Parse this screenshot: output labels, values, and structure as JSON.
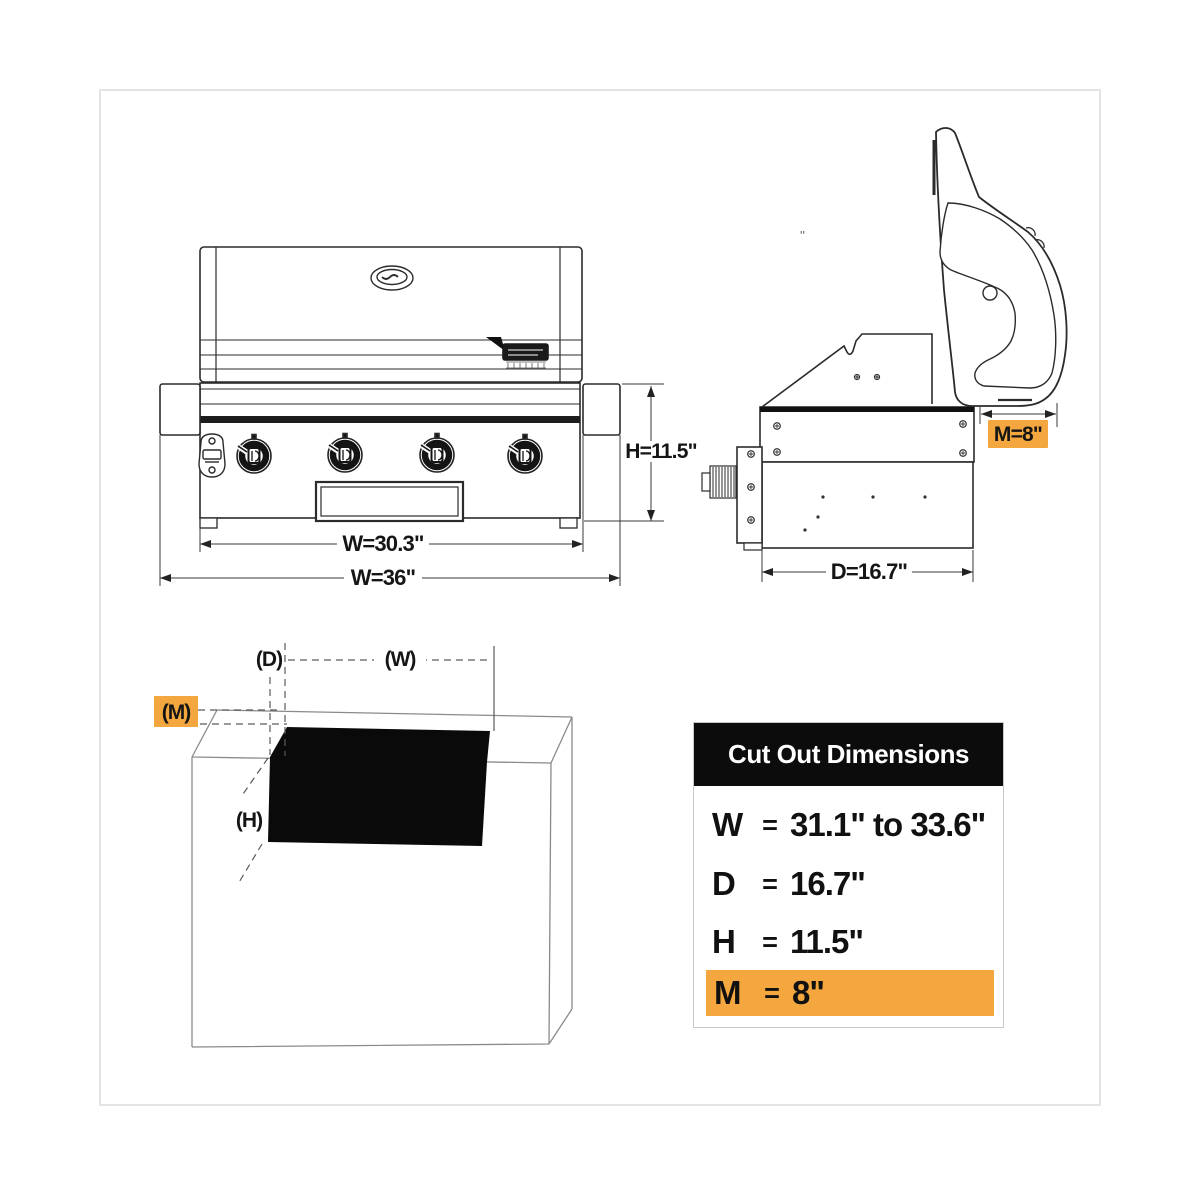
{
  "colors": {
    "line": "#2b2b2b",
    "gray_line": "#8a8a8a",
    "highlight_orange": "#F3A73E",
    "table_header_bg": "#0c0c0c",
    "cutout_black": "#0a0a0a"
  },
  "front_view": {
    "labels": {
      "width_inner": "W=30.3\"",
      "width_outer": "W=36\"",
      "height": "H=11.5\""
    }
  },
  "side_view": {
    "labels": {
      "margin": "M=8\"",
      "depth": "D=16.7\"",
      "stray_mark": "''"
    }
  },
  "island_view": {
    "labels": {
      "depth": "(D)",
      "width": "(W)",
      "margin": "(M)",
      "height": "(H)"
    }
  },
  "table": {
    "title": "Cut Out Dimensions",
    "rows": [
      {
        "key": "W",
        "eq": "=",
        "value": "31.1\" to 33.6\""
      },
      {
        "key": "D",
        "eq": "=",
        "value": "16.7\""
      },
      {
        "key": "H",
        "eq": "=",
        "value": "11.5\""
      },
      {
        "key": "M",
        "eq": "=",
        "value": "8\""
      }
    ]
  }
}
